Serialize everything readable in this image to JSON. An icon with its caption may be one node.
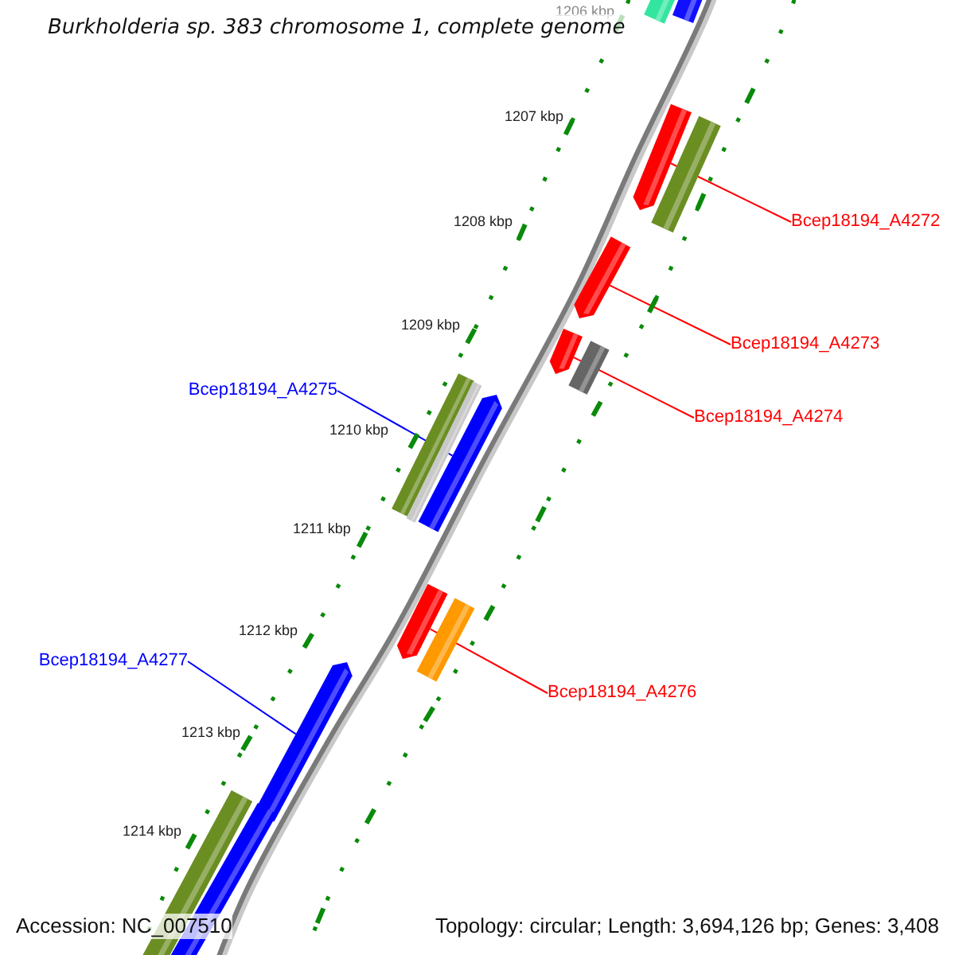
{
  "diagram": {
    "title": "Burkholderia sp. 383 chromosome 1, complete genome",
    "nodes": [
      {
        "text": [
          "Bcep18194_A4272"
        ]
      },
      {
        "text": [
          "Bcep18194_A4273"
        ]
      },
      {
        "text": [
          "Bcep18194_A4274"
        ]
      },
      {
        "text": [
          "Bcep18194_A4275"
        ]
      },
      {
        "text": [
          "Bcep18194_A4276"
        ]
      },
      {
        "text": [
          "Bcep18194_A4277"
        ]
      },
      {
        "text": [],
        "shape": "bar"
      },
      {
        "text": [],
        "shape": "bar"
      },
      {
        "text": [],
        "shape": "arrow"
      },
      {
        "text": [],
        "shape": "bar"
      },
      {
        "text": [],
        "shape": "arrow"
      },
      {
        "text": [],
        "shape": "arrow"
      },
      {
        "text": [],
        "shape": "bar"
      },
      {
        "text": [],
        "shape": "bar"
      },
      {
        "text": [],
        "shape": "bar"
      },
      {
        "text": [],
        "shape": "arrow"
      },
      {
        "text": [],
        "shape": "arrow"
      },
      {
        "text": [],
        "shape": "bar"
      },
      {
        "text": [],
        "shape": "arrow"
      },
      {
        "text": [],
        "shape": "bar"
      },
      {
        "text": [],
        "shape": "bar"
      }
    ],
    "edges": [
      {
        "from": 0,
        "to": 8,
        "arrow": "none"
      },
      {
        "from": 1,
        "to": 10,
        "arrow": "none"
      },
      {
        "from": 2,
        "to": 11,
        "arrow": "none"
      },
      {
        "from": 3,
        "to": 15,
        "arrow": "none",
        "color": "#0000ff"
      },
      {
        "from": 4,
        "to": 16,
        "arrow": "none"
      },
      {
        "from": 5,
        "to": 18,
        "arrow": "none",
        "color": "#0000ff"
      }
    ],
    "labels": [
      "1206 kbp",
      "1207 kbp",
      "1208 kbp",
      "1209 kbp",
      "1210 kbp",
      "1211 kbp",
      "1212 kbp",
      "1213 kbp",
      "1214 kbp",
      "Accession: NC_007510",
      "Topology: circular; Length: 3,694,126 bp; Genes: 3,408"
    ]
  }
}
